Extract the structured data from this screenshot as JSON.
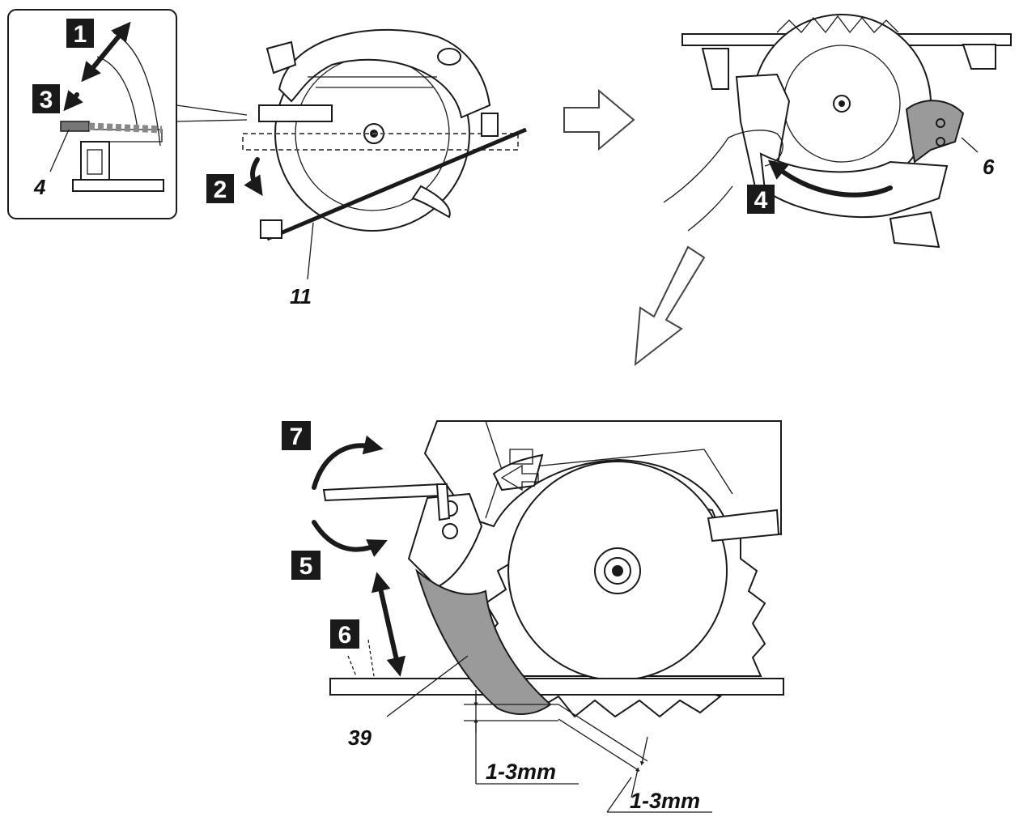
{
  "steps": [
    "1",
    "2",
    "3",
    "4",
    "5",
    "6",
    "7"
  ],
  "parts": {
    "lever": "4",
    "guide": "11",
    "riving_knife": "6",
    "guard": "39"
  },
  "dimensions": {
    "depth_gap": "1-3mm",
    "knife_gap": "1-3mm"
  }
}
